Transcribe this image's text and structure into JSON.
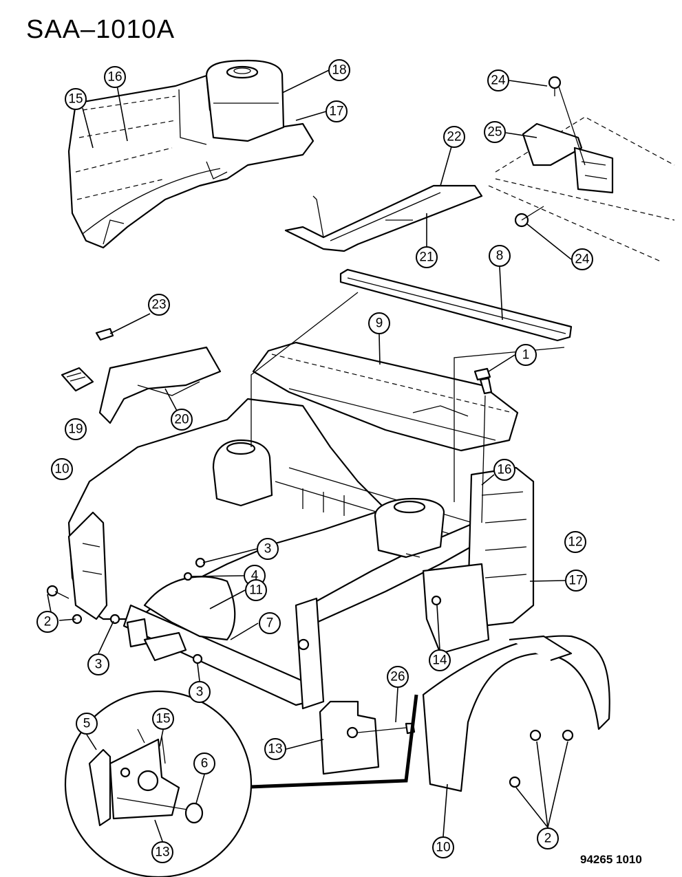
{
  "title": "SAA–1010A",
  "figure_code": "94265  1010",
  "callouts": [
    "15",
    "16",
    "18",
    "17",
    "24",
    "25",
    "22",
    "21",
    "24",
    "8",
    "23",
    "9",
    "1",
    "19",
    "20",
    "10",
    "16",
    "3",
    "12",
    "4",
    "17",
    "11",
    "2",
    "7",
    "3",
    "14",
    "3",
    "26",
    "5",
    "15",
    "6",
    "13",
    "10",
    "2",
    "13"
  ]
}
